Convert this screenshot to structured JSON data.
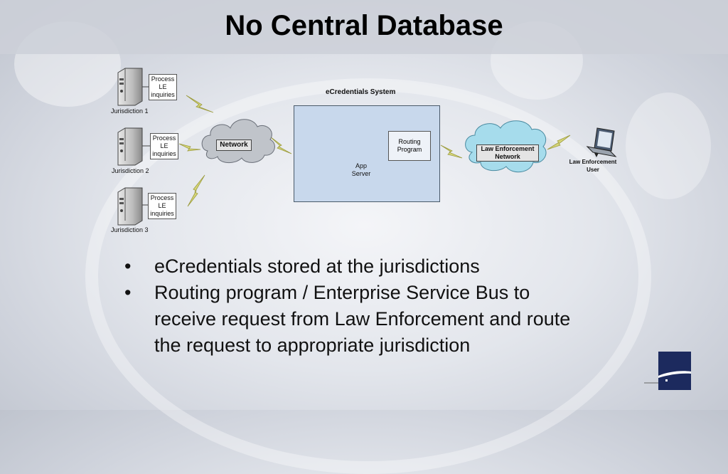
{
  "slide": {
    "title": "No Central Database"
  },
  "diagram": {
    "jurisdictions": [
      {
        "name": "Jurisdiction 1",
        "process_label": [
          "Process",
          "LE",
          "inquiries"
        ]
      },
      {
        "name": "Jurisdiction 2",
        "process_label": [
          "Process",
          "LE",
          "inquiries"
        ]
      },
      {
        "name": "Jurisdiction 3",
        "process_label": [
          "Process",
          "LE",
          "inquiries"
        ]
      }
    ],
    "network_label": "Network",
    "system_title": "eCredentials System",
    "app_server": [
      "App",
      "Server"
    ],
    "routing_program": [
      "Routing",
      "Program"
    ],
    "le_network": [
      "Law Enforcement",
      "Network"
    ],
    "le_user": [
      "Law Enforcement",
      "User"
    ]
  },
  "bullets": [
    "eCredentials stored at the jurisdictions",
    "Routing program / Enterprise Service Bus to receive request from Law Enforcement and route the request to appropriate jurisdiction"
  ],
  "bullet_marker": "•",
  "colors": {
    "system_box": "#c8d8ec",
    "cloud_gray": "#c0c4ca",
    "cloud_cyan": "#a6dcec",
    "lightning": "#d6d67a",
    "logo": "#1c2a5e"
  }
}
